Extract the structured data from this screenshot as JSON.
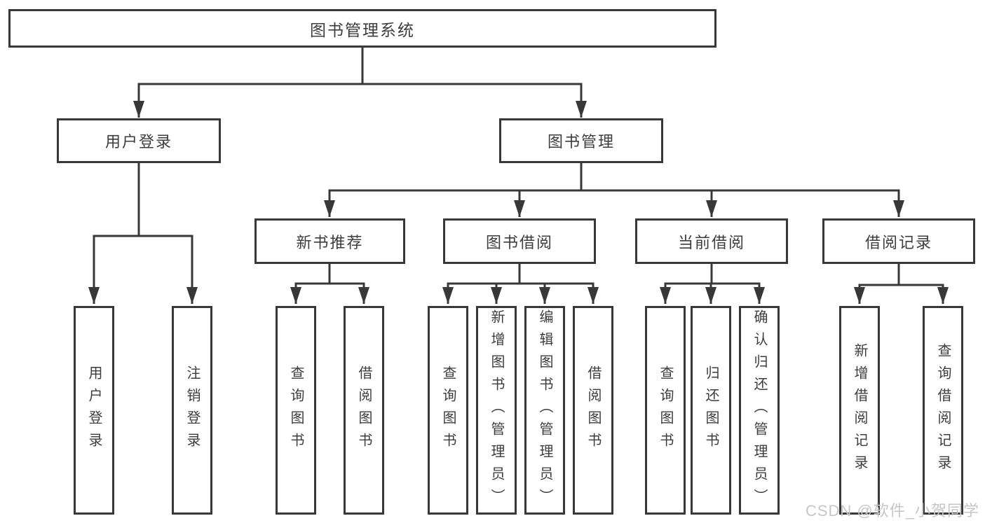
{
  "colors": {
    "line": "#383838",
    "text": "#3d3d3d",
    "watermark": "#c6c6c8",
    "background": "#ffffff"
  },
  "tree": {
    "label": "图书管理系统",
    "children": [
      {
        "label": "用户登录",
        "children": [
          {
            "label": "用户登录"
          },
          {
            "label": "注销登录"
          }
        ]
      },
      {
        "label": "图书管理",
        "children": [
          {
            "label": "新书推荐",
            "children": [
              {
                "label": "查询图书"
              },
              {
                "label": "借阅图书"
              }
            ]
          },
          {
            "label": "图书借阅",
            "children": [
              {
                "label": "查询图书"
              },
              {
                "label": "新增图书（管理员）"
              },
              {
                "label": "编辑图书（管理员）"
              },
              {
                "label": "借阅图书"
              }
            ]
          },
          {
            "label": "当前借阅",
            "children": [
              {
                "label": "查询图书"
              },
              {
                "label": "归还图书"
              },
              {
                "label": "确认归还（管理员）"
              }
            ]
          },
          {
            "label": "借阅记录",
            "children": [
              {
                "label": "新增借阅记录"
              },
              {
                "label": "查询借阅记录"
              }
            ]
          }
        ]
      }
    ]
  },
  "watermark": {
    "text": "CSDN @软件_小贺同学"
  }
}
